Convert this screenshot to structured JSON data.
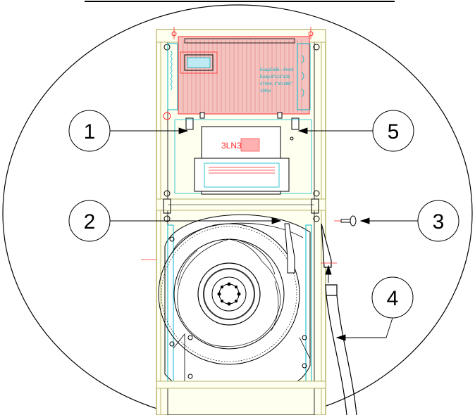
{
  "callouts": [
    {
      "number": "1"
    },
    {
      "number": "2"
    },
    {
      "number": "3"
    },
    {
      "number": "4"
    },
    {
      "number": "5"
    }
  ],
  "coil_label": {
    "line1": "EvapCoil5—Front",
    "line2": "Evap.8\"x13\"x28",
    "line3": "#7mm, 1\"x0.486\"",
    "line4": "10Fpi"
  },
  "plate_text": "3LN3",
  "colors": {
    "line": "#000000",
    "cyan": "#00b7c7",
    "red": "#ff2a2a",
    "coil_fill": "#f4c3c0",
    "frame_fill": "#fffff0",
    "frame_stroke": "#b7b36a"
  }
}
